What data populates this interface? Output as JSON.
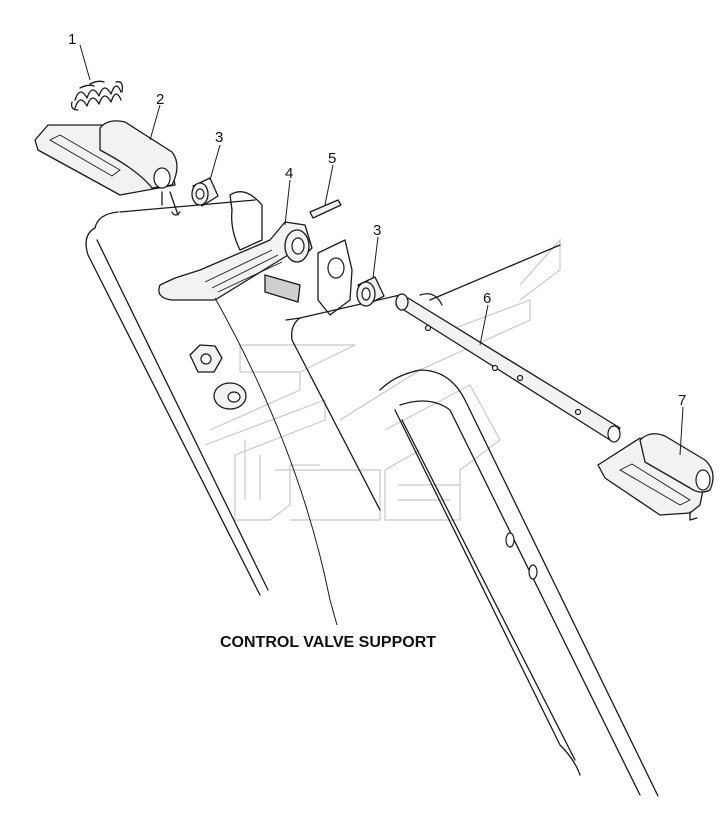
{
  "diagram": {
    "caption": "CONTROL VALVE SUPPORT",
    "callouts": {
      "c1": "1",
      "c2": "2",
      "c3a": "3",
      "c4": "4",
      "c5": "5",
      "c3b": "3",
      "c6": "6",
      "c7": "7"
    }
  },
  "colors": {
    "line": "#1a1a1a",
    "watermark": "#c8c8c8",
    "part_fill": "#f2f2f2"
  }
}
